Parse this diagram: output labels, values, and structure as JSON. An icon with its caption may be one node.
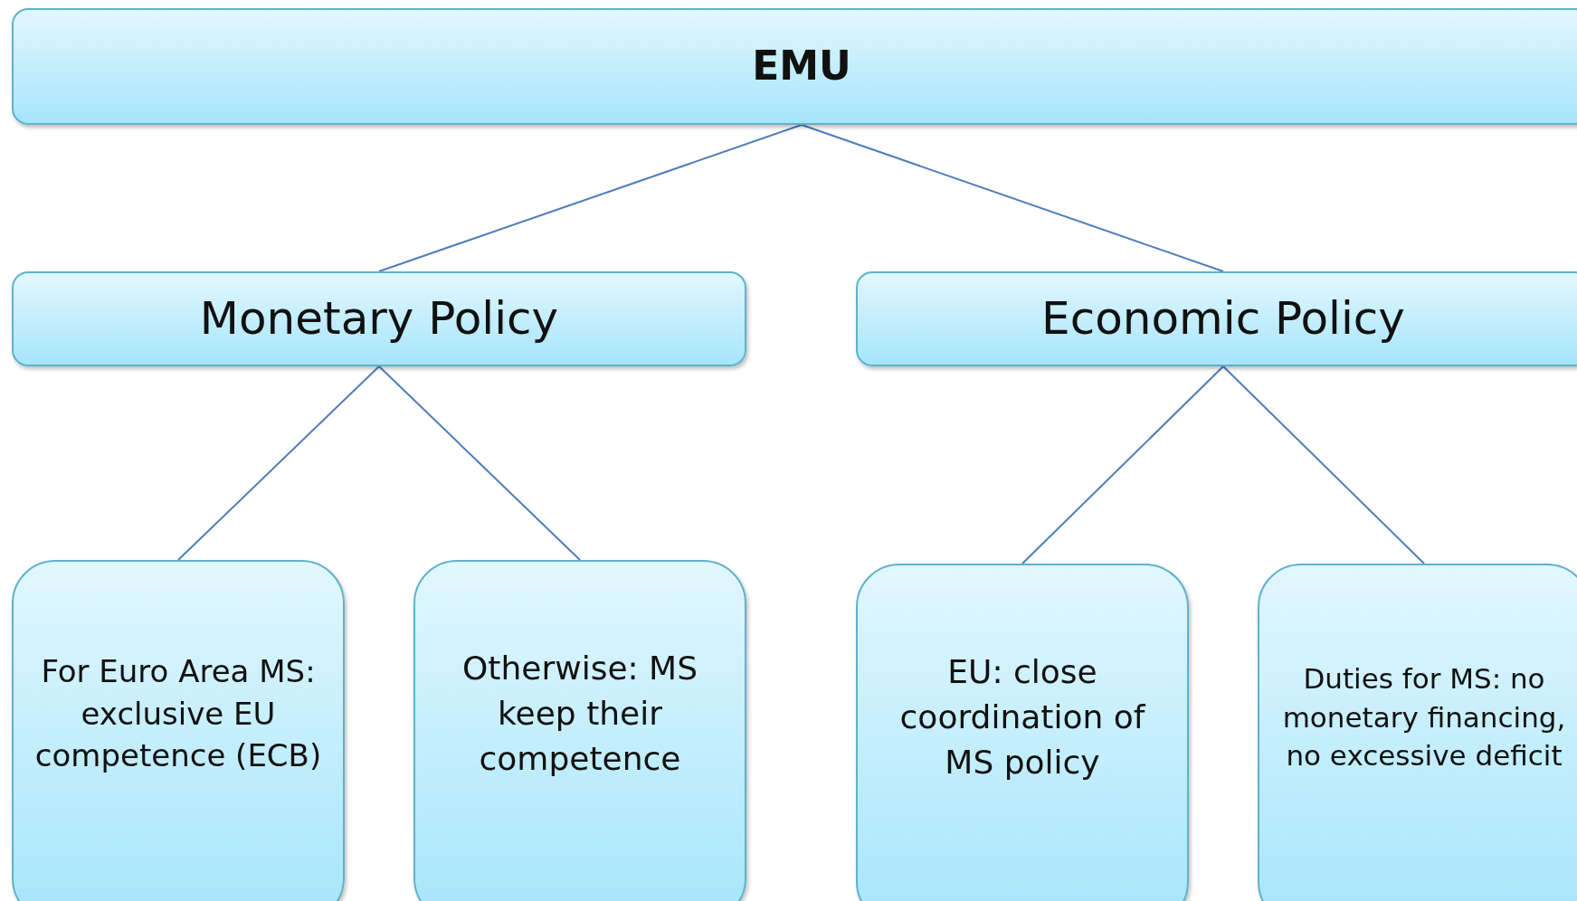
{
  "diagram": {
    "nodes": [
      {
        "text": [
          "EMU"
        ]
      },
      {
        "text": [
          "Monetary Policy"
        ]
      },
      {
        "text": [
          "Economic Policy"
        ]
      },
      {
        "text": [
          "For Euro Area MS: exclusive EU competence (ECB)"
        ]
      },
      {
        "text": [
          "Otherwise: MS keep their competence"
        ]
      },
      {
        "text": [
          "EU: close coordination of MS policy"
        ]
      },
      {
        "text": [
          "Duties for MS: no monetary financing, no excessive deficit"
        ]
      }
    ],
    "edges": [
      {
        "from": 0,
        "to": 1,
        "arrow": "none"
      },
      {
        "from": 0,
        "to": 2,
        "arrow": "none"
      },
      {
        "from": 1,
        "to": 3,
        "arrow": "none"
      },
      {
        "from": 1,
        "to": 4,
        "arrow": "none"
      },
      {
        "from": 2,
        "to": 5,
        "arrow": "none"
      },
      {
        "from": 2,
        "to": 6,
        "arrow": "none"
      }
    ]
  }
}
